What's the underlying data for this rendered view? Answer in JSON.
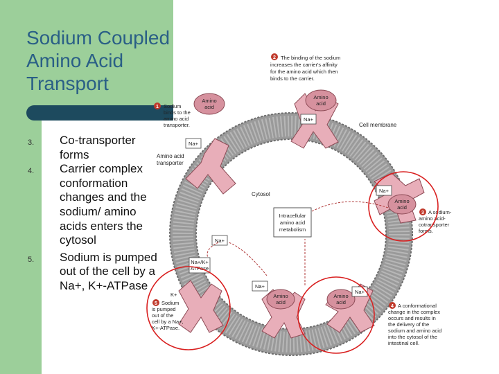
{
  "title": "Sodium Coupled Amino Acid Transport",
  "list": [
    {
      "num": "3.",
      "text": "Co-transporter forms"
    },
    {
      "num": "4.",
      "text": "Carrier complex conformation changes and the sodium/ amino acids enters the cytosol"
    },
    {
      "num": "5.",
      "text": "Sodium is pumped out of the cell by a Na+, K+-ATPase"
    }
  ],
  "diagram": {
    "step1_num": "1",
    "step1_text": [
      "Sodium",
      "binds to the",
      "amino acid",
      "transporter."
    ],
    "step2_num": "2",
    "step2_text": [
      "The binding of the sodium",
      "increases the carrier's affinity",
      "for the amino acid which then",
      "binds to the carrier."
    ],
    "step3_num": "3",
    "step3_text": [
      "A sodium-",
      "amino acid-",
      "cotransporter",
      "forms."
    ],
    "step4_num": "4",
    "step4_text": [
      "A conformational",
      "change in the complex",
      "occurs and results in",
      "the delivery of the",
      "sodium and amino acid",
      "into the cytosol of the",
      "intestinal cell."
    ],
    "step5_num": "5",
    "step5_text": [
      "Sodium",
      "is pumped",
      "out of the",
      "cell by a Na+,",
      "K+-ATPase."
    ],
    "amino_acid_label": [
      "Amino",
      "acid"
    ],
    "na_label": "Na+",
    "k_label": "K+",
    "cell_membrane_label": "Cell membrane",
    "transporter_label": [
      "Amino acid",
      "transporter"
    ],
    "cytosol_label": "Cytosol",
    "metabolism_label": [
      "Intracellular",
      "amino acid",
      "metabolism"
    ],
    "atpase_label": [
      "Na+/K+",
      "ATPase"
    ]
  }
}
